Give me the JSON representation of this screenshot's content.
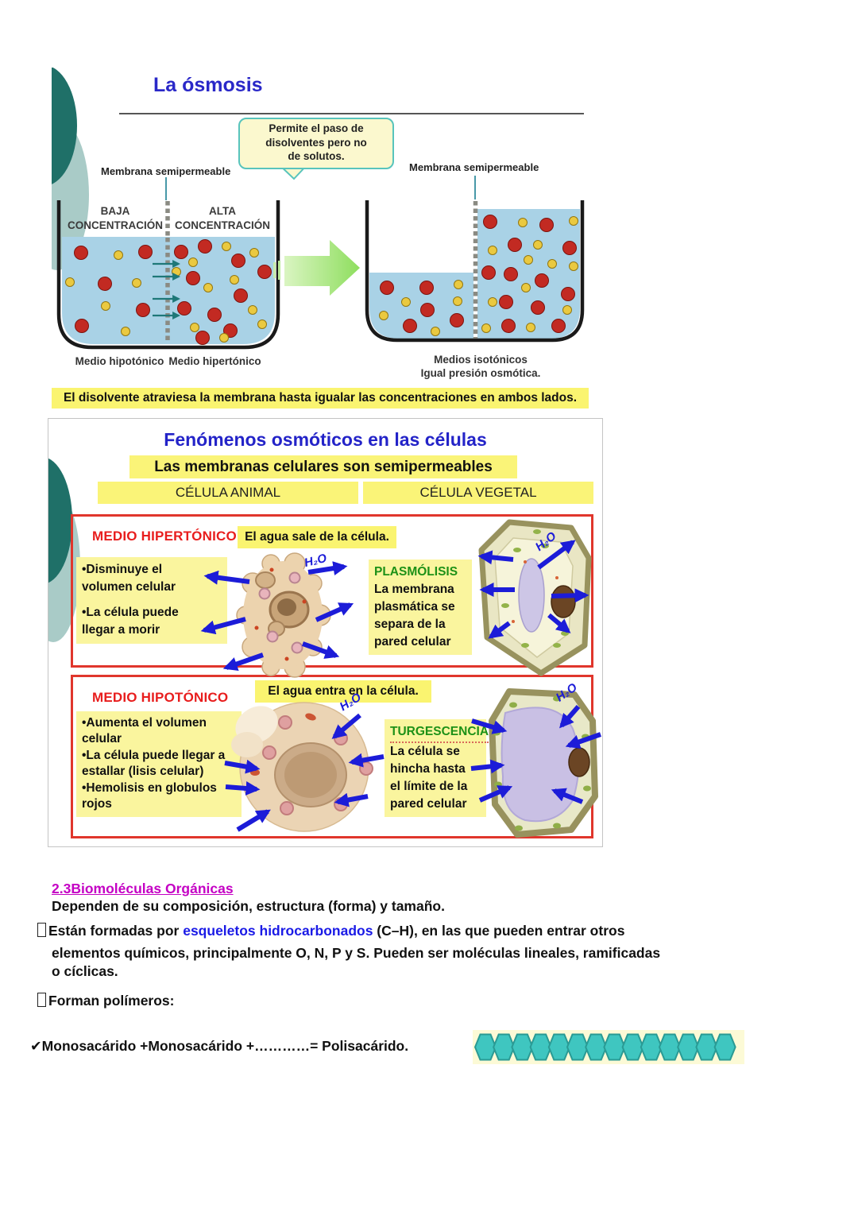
{
  "h2o": "H₂O",
  "slide1": {
    "title": "La ósmosis",
    "callout": "Permite el paso de\ndisolventes pero no\nde solutos.",
    "membrane_label": "Membrana semipermeable",
    "left_top_label": "BAJA\nCONCENTRACIÓN",
    "right_top_label": "ALTA\nCONCENTRACIÓN",
    "caption_hypotonic": "Medio hipotónico",
    "caption_hypertonic": "Medio hipertónico",
    "caption_isotonic_1": "Medios isotónicos",
    "caption_isotonic_2": "Igual presión osmótica.",
    "banner": "El disolvente atraviesa la membrana hasta igualar las concentraciones en ambos lados."
  },
  "slide2": {
    "title": "Fenómenos osmóticos en las células",
    "subtitle": "Las membranas celulares son semipermeables",
    "column_animal": "CÉLULA ANIMAL",
    "column_vegetal": "CÉLULA VEGETAL",
    "hypertonic": {
      "heading": "MEDIO HIPERTÓNICO",
      "banner": "El agua sale de la célula.",
      "bullet_1": "•Disminuye el\nvolumen celular",
      "bullet_2": "•La célula puede\nllegar a morir",
      "vegetal_title": "PLASMÓLISIS",
      "vegetal_text": "La membrana\nplasmática se\nsepara de la\npared celular"
    },
    "hypotonic": {
      "heading": "MEDIO HIPOTÓNICO",
      "banner": "El agua entra en la célula.",
      "bullet_1": "•Aumenta el volumen\ncelular",
      "bullet_2": "•La célula puede llegar a\nestallar (lisis celular)",
      "bullet_3": "•Hemolisis en globulos\nrojos",
      "vegetal_title": "TURGESCENCIA",
      "vegetal_text": "La célula se\nhincha hasta\nel límite de la\npared celular"
    }
  },
  "notes": {
    "heading": "2.3Biomoléculas Orgánicas",
    "subheading": "Dependen de su composición, estructura (forma) y tamaño.",
    "para1_start": "Están formadas por ",
    "para1_blue": "esqueletos hidrocarbonados",
    "para1_end": " (C–H), en las que pueden entrar otros",
    "para1_line2": "elementos químicos, principalmente O, N, P y S. Pueden ser moléculas lineales, ramificadas",
    "para1_line3": "o cíclicas.",
    "para2": "Forman polímeros:",
    "check_mark": "✔",
    "check_text": "Monosacárido +Monosacárido +…………= Polisacárido."
  },
  "polysaccharide": {
    "hexagon_count": 14,
    "hexagon_color": "#3fc6c0",
    "hexagon_stroke": "#2a9a94"
  },
  "colors": {
    "title_blue": "#2a28c8",
    "highlight_yellow": "#faf470",
    "red_heading": "#e81d1d",
    "green_heading": "#1d9117",
    "box_border_red": "#e0362c",
    "arrow_blue": "#1c1cd8",
    "membrane_arrow_teal": "#1e7878",
    "water_blue": "#a9d2e6",
    "solute_red": "#c22a22",
    "solute_yellow": "#eac940",
    "magenta_heading": "#c400c4",
    "link_blue": "#1a1ae6",
    "callout_border_teal": "#58c4bc",
    "deco_dark_teal": "#1f7068",
    "deco_light_teal": "#a9cbc7"
  }
}
